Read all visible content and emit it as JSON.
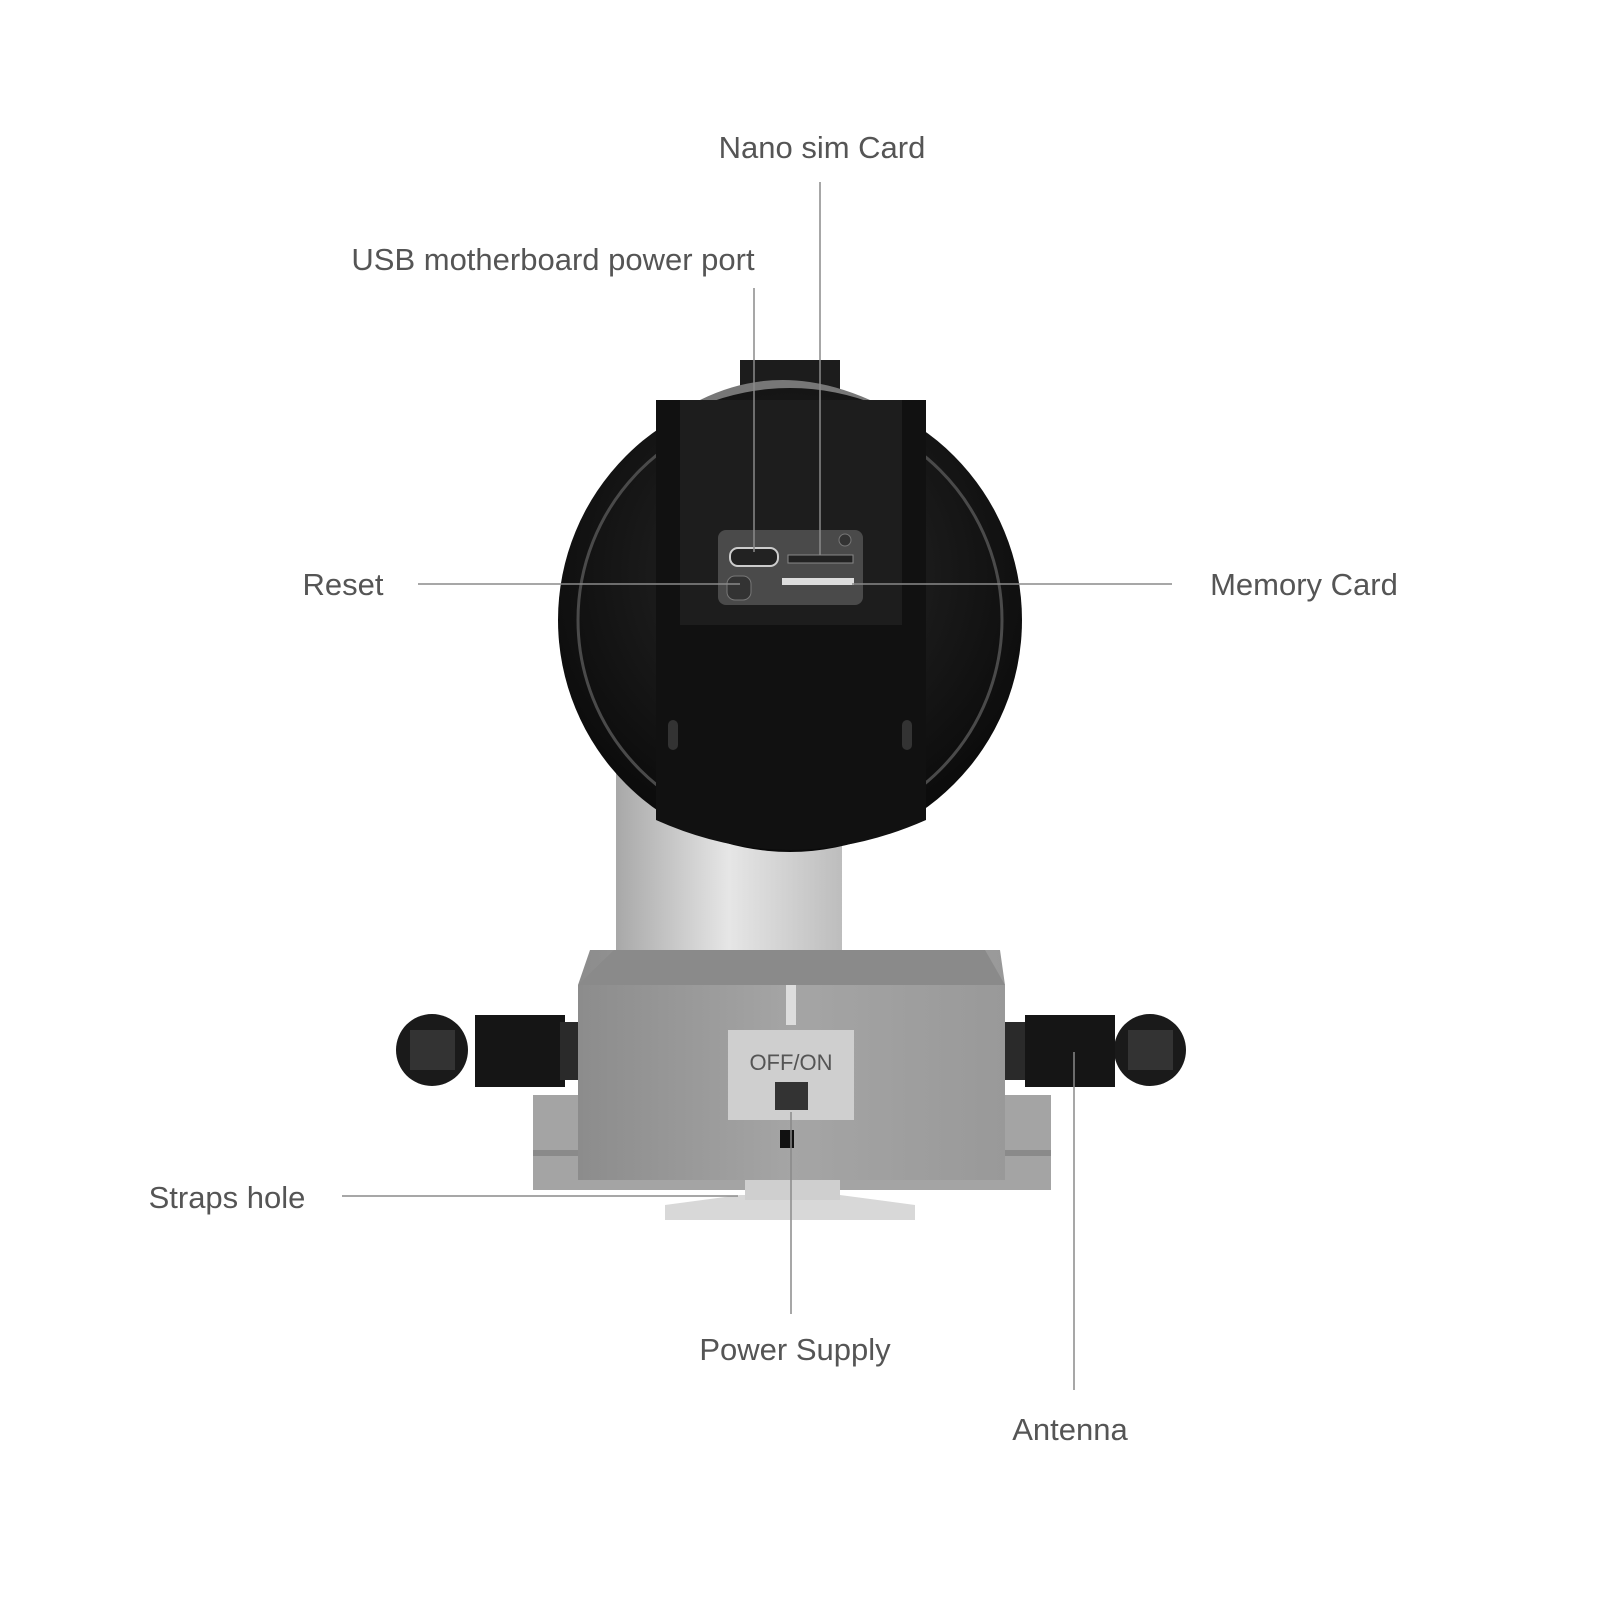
{
  "callouts": {
    "nano_sim": "Nano sim Card",
    "usb_port": "USB motherboard power port",
    "reset": "Reset",
    "memory_card": "Memory Card",
    "straps_hole": "Straps hole",
    "power_supply": "Power Supply",
    "antenna": "Antenna"
  },
  "device": {
    "switch_label": "OFF/ON"
  }
}
